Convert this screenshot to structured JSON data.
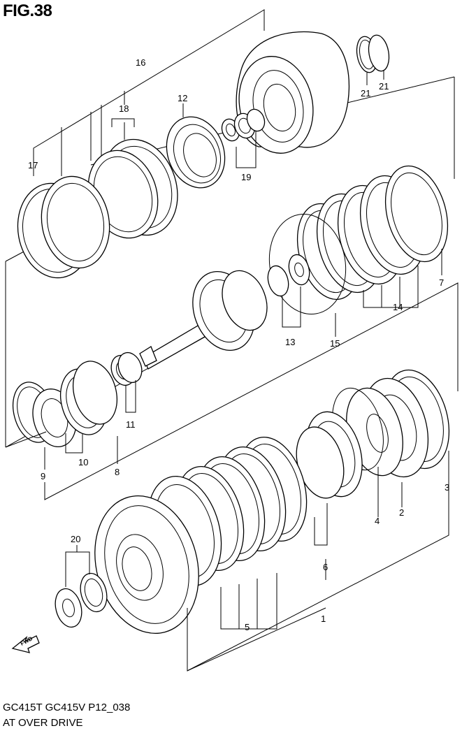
{
  "figure": {
    "title": "FIG.38",
    "model_line": "GC415T GC415V P12_038",
    "section_name": "AT OVER DRIVE",
    "direction_marker": "FWD"
  },
  "callouts": [
    "1",
    "2",
    "3",
    "4",
    "5",
    "6",
    "7",
    "8",
    "9",
    "10",
    "11",
    "12",
    "13",
    "14",
    "15",
    "16",
    "17",
    "18",
    "19",
    "20",
    "21",
    "21"
  ]
}
